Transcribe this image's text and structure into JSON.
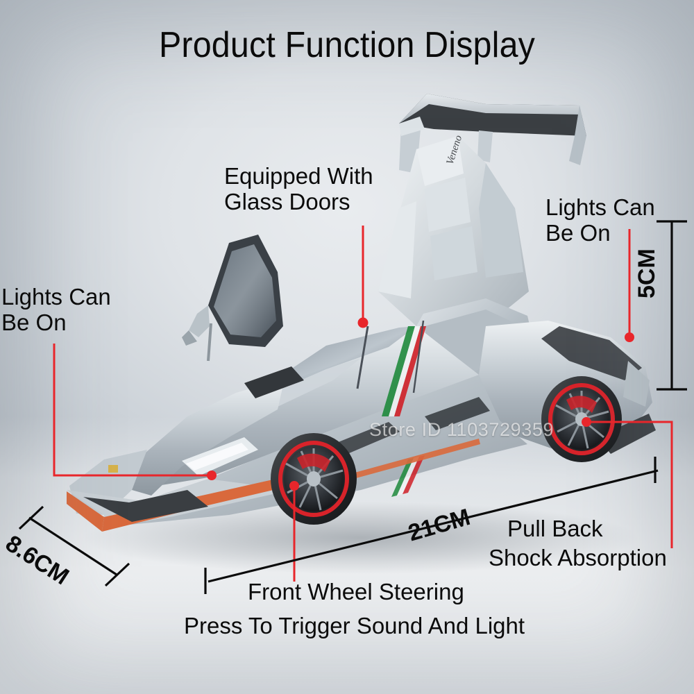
{
  "title": "Product Function Display",
  "annotations": {
    "glass_doors": "Equipped With\nGlass Doors",
    "lights_right": "Lights Can\nBe On",
    "lights_left": "Lights Can\nBe On",
    "pull_back": "Pull Back",
    "shock_absorption": "Shock Absorption",
    "front_wheel": "Front Wheel Steering",
    "press_trigger": "Press To Trigger Sound And Light"
  },
  "dimensions": {
    "height": "5CM",
    "length": "21CM",
    "width": "8.6CM"
  },
  "watermark": "Store ID 1103729359",
  "colors": {
    "leader": "#e8262b",
    "text": "#0b0b0b",
    "body_silver": "#b9c1c7",
    "rim_red": "#d8232a",
    "trim_orange": "#d9693c"
  },
  "product": {
    "badge_script": "Veneno"
  }
}
